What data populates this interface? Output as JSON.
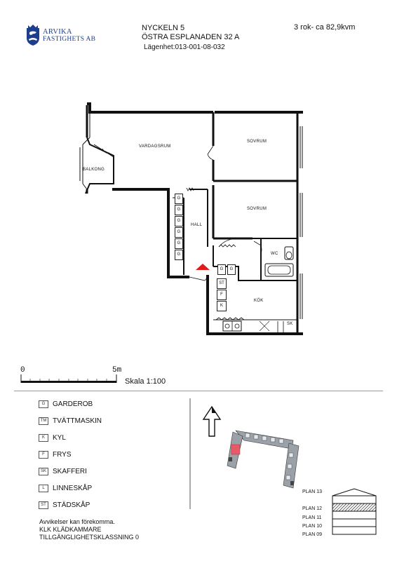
{
  "header": {
    "company_line1": "ARVIKA",
    "company_line2": "FASTIGHETS AB",
    "property": "NYCKELN 5",
    "address": "ÖSTRA ESPLANADEN 32 A",
    "apartment": "Lägenhet:013-001-08-032",
    "size": "3 rok- ca 82,9kvm"
  },
  "rooms": {
    "vardagsrum": "VARDAGSRUM",
    "balkong": "BALKONG",
    "sovrum1": "SOVRUM",
    "sovrum2": "SOVRUM",
    "hall": "HALL",
    "wc": "WC",
    "kok": "KÖK"
  },
  "fixtures": {
    "wardrobe_codes": [
      "G",
      "G",
      "G",
      "G",
      "G",
      "G"
    ],
    "kitchen_g1": "G",
    "kitchen_g2": "G",
    "kitchen_st": "ST",
    "kitchen_f": "F",
    "kitchen_k": "K",
    "kitchen_sk": "SK"
  },
  "scale": {
    "start": "0",
    "end": "5m",
    "label": "Skala 1:100"
  },
  "legend": [
    {
      "code": "G",
      "label": "GARDEROB"
    },
    {
      "code": "TM",
      "label": "TVÄTTMASKIN"
    },
    {
      "code": "K",
      "label": "KYL"
    },
    {
      "code": "F",
      "label": "FRYS"
    },
    {
      "code": "SK",
      "label": "SKAFFERI"
    },
    {
      "code": "L",
      "label": "LINNESKÅP"
    },
    {
      "code": "ST",
      "label": "STÄDSKÅP"
    }
  ],
  "notes": {
    "line1": "Avvikelser kan förekomma.",
    "line2": "KLK KLÄDKAMMARE",
    "line3": "TILLGÄNGLIGHETSKLASSNING 0"
  },
  "floors": [
    "PLAN 13",
    "PLAN 12",
    "PLAN 11",
    "PLAN 10",
    "PLAN 09"
  ],
  "highlighted_floor": "PLAN 12",
  "colors": {
    "logo_blue": "#1d3e8c",
    "entrance_marker": "#e01b1b",
    "unit_highlight": "#e85a6a"
  }
}
